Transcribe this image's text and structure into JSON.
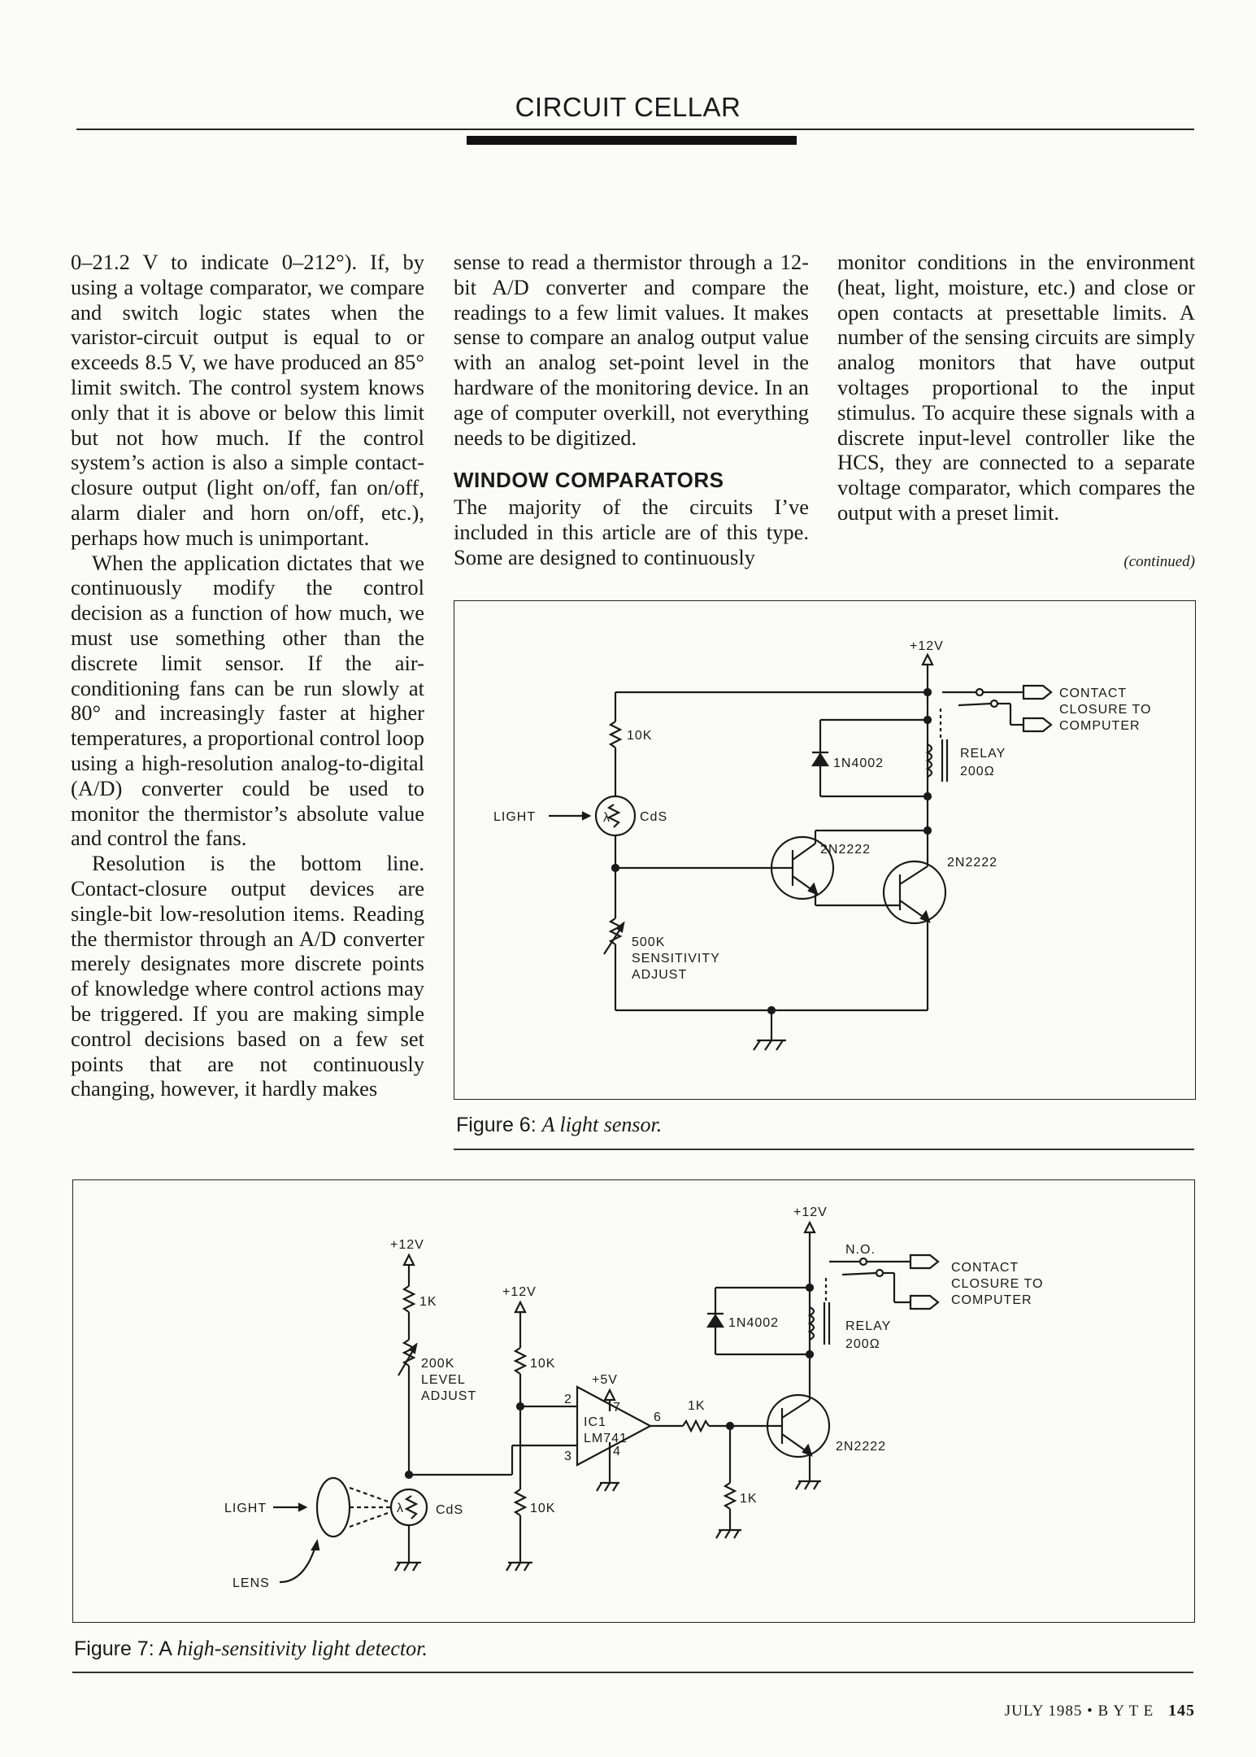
{
  "header": {
    "section_title": "CIRCUIT CELLAR"
  },
  "body": {
    "col1": [
      "0–21.2 V to indicate 0–212°). If, by using a voltage comparator, we compare and switch logic states when the varistor-circuit output is equal to or exceeds 8.5 V, we have produced an 85° limit switch. The control system knows only that it is above or below this limit but not how much. If the control system’s action is also a simple contact-closure output (light on/off, fan on/off, alarm dialer and horn on/off, etc.), perhaps how much is unimportant.",
      "When the application dictates that we continuously modify the control decision as a function of how much, we must use something other than the discrete limit sensor. If the air-conditioning fans can be run slowly at 80° and increasingly faster at higher temperatures, a proportional control loop using a high-resolution analog-to-digital (A/D) converter could be used to monitor the thermistor’s absolute value and control the fans.",
      "Resolution is the bottom line. Contact-closure output devices are single-bit low-resolution items. Reading the thermistor through an A/D converter merely designates more discrete points of knowledge where control actions may be triggered. If you are making simple control decisions based on a few set points that are not continuously changing, however, it hardly makes"
    ],
    "col2_intro": "sense to read a thermistor through a 12-bit A/D converter and compare the readings to a few limit values. It makes sense to compare an analog output value with an analog set-point level in the hardware of the monitoring device. In an age of computer overkill, not everything needs to be digitized.",
    "col2_heading": "WINDOW COMPARATORS",
    "col2_body": "The majority of the circuits I’ve included in this article are of this type. Some are designed to continuously",
    "col3": "monitor conditions in the environment (heat, light, moisture, etc.) and close or open contacts at presettable limits. A number of the sensing circuits are simply analog monitors that have output voltages proportional to the input stimulus. To acquire these signals with a discrete input-level controller like the HCS, they are connected to a separate voltage comparator, which compares the output with a preset limit.",
    "continued": "(continued)"
  },
  "figure6": {
    "caption_label": "Figure 6:",
    "caption_title": "A light sensor.",
    "labels": {
      "supply": "+12V",
      "r_top": "10K",
      "diode": "1N4002",
      "relay_1": "RELAY",
      "relay_2": "200Ω",
      "contact_1": "CONTACT",
      "contact_2": "CLOSURE TO",
      "contact_3": "COMPUTER",
      "light": "LIGHT",
      "cds": "CdS",
      "q1": "2N2222",
      "q2": "2N2222",
      "pot_1": "500K",
      "pot_2": "SENSITIVITY",
      "pot_3": "ADJUST"
    }
  },
  "figure7": {
    "caption_label": "Figure 7:",
    "caption_title": "high-sensitivity light detector.",
    "caption_article": "A",
    "labels": {
      "supply_a": "+12V",
      "r1": "1K",
      "pot_1": "200K",
      "pot_2": "LEVEL",
      "pot_3": "ADJUST",
      "supply_b": "+12V",
      "r2": "10K",
      "supply_c": "+5V",
      "ic_1": "IC1",
      "ic_2": "LM741",
      "pin2": "2",
      "pin3": "3",
      "pin4": "4",
      "pin6": "6",
      "pin7": "7",
      "r3": "10K",
      "r4": "1K",
      "r5": "1K",
      "supply_d": "+12V",
      "no": "N.O.",
      "diode": "1N4002",
      "relay_1": "RELAY",
      "relay_2": "200Ω",
      "q": "2N2222",
      "contact_1": "CONTACT",
      "contact_2": "CLOSURE TO",
      "contact_3": "COMPUTER",
      "light": "LIGHT",
      "lens": "LENS",
      "cds": "CdS"
    }
  },
  "footer": {
    "issue": "JULY 1985 • B Y T E",
    "page_number": "145"
  }
}
